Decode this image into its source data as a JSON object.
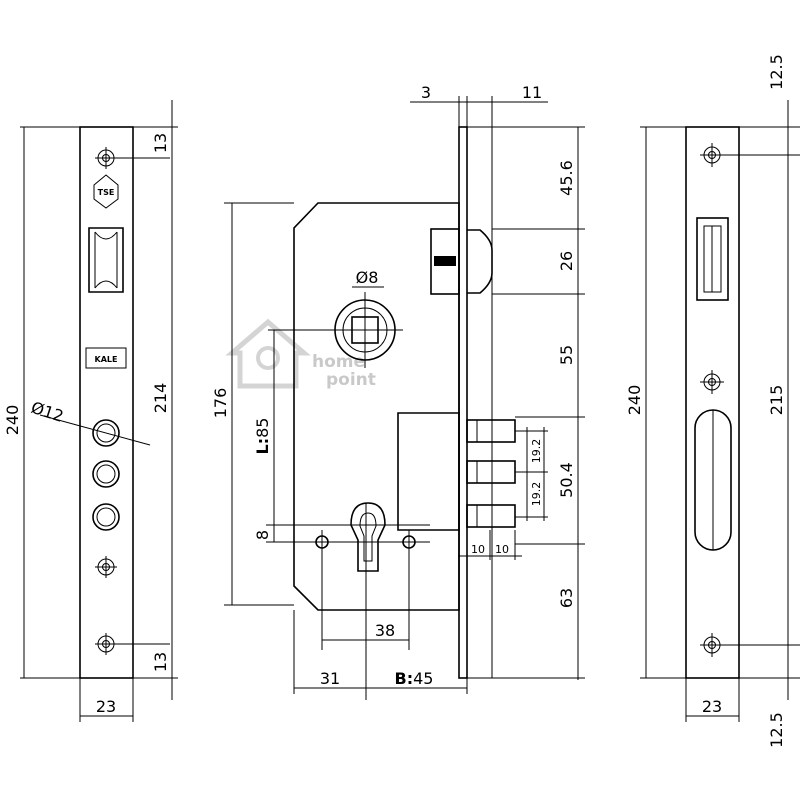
{
  "watermark": {
    "line1": "home",
    "line2": "point"
  },
  "marks": {
    "tse": "TSE",
    "kale": "KALE"
  },
  "left_view": {
    "total_height": "240",
    "hole_spacing": "214",
    "top_offset": "13",
    "bottom_offset": "13",
    "width": "23",
    "hole_diameter": "Ø12"
  },
  "side_view": {
    "plate_thickness": "3",
    "latch_projection": "11",
    "body_height": "176",
    "latch_top": "45.6",
    "latch_height": "26",
    "spindle_to_bolt": "55",
    "bolt_span": "50.4",
    "bolt_pitch_1": "19.2",
    "bolt_pitch_2": "19.2",
    "bottom_to_cylinder": "63",
    "spindle_diameter": "Ø8",
    "cylinder_offset": "8",
    "cylinder_screw_spacing": "38",
    "body_left_width": "31",
    "bolt_throw_1": "10",
    "bolt_throw_2": "10",
    "distance_label": "L:",
    "distance_value": "85",
    "backset_label": "B:",
    "backset_value": "45"
  },
  "right_view": {
    "total_height": "240",
    "hole_spacing": "215",
    "top_offset": "12.5",
    "bottom_offset": "12.5",
    "width": "23"
  }
}
